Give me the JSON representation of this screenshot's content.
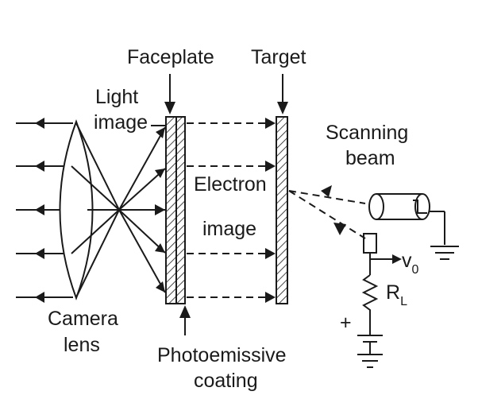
{
  "labels": {
    "faceplate": "Faceplate",
    "target": "Target",
    "light_line1": "Light",
    "light_line2": "image",
    "scanning_line1": "Scanning",
    "scanning_line2": "beam",
    "electron_line1": "Electron",
    "electron_line2": "image",
    "camera_line1": "Camera",
    "camera_line2": "lens",
    "photo_line1": "Photoemissive",
    "photo_line2": "coating",
    "v0_main": "v",
    "v0_sub": "0",
    "rl_main": "R",
    "rl_sub": "L",
    "plus": "+"
  },
  "colors": {
    "ink": "#1a1a1a",
    "background": "#ffffff"
  }
}
